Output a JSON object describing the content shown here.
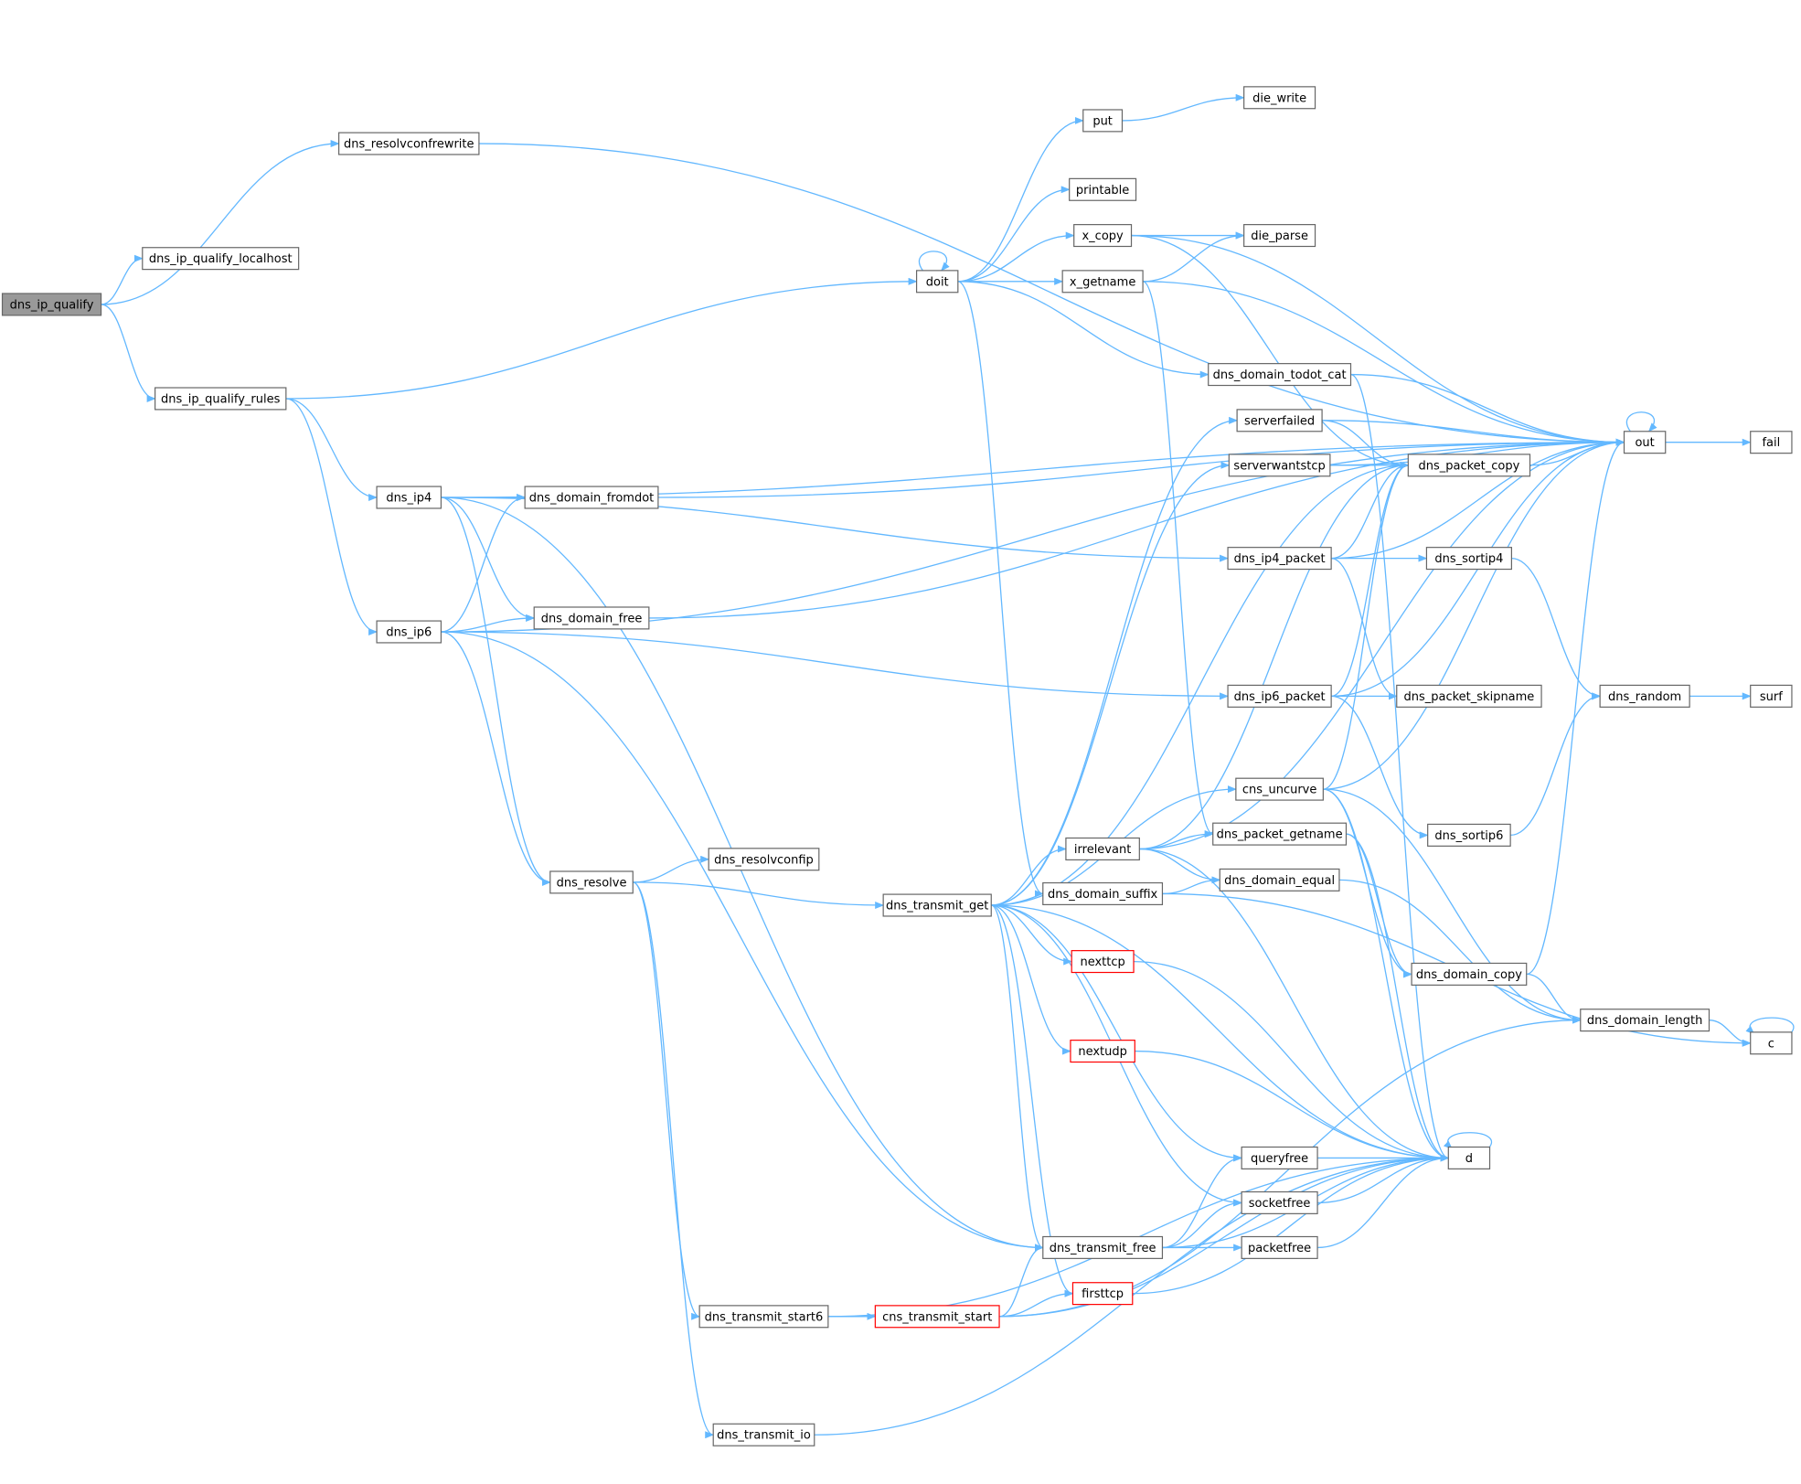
{
  "diagram": {
    "type": "call-graph",
    "colors": {
      "edge": "#63b8ff",
      "node_border": "#666666",
      "root_fill": "#999999",
      "truncated_border": "#ff0000",
      "background": "#ffffff"
    },
    "nodes": [
      {
        "id": "dns_ip_qualify",
        "label": "dns_ip_qualify",
        "kind": "root"
      },
      {
        "id": "dns_ip_qualify_localhost",
        "label": "dns_ip_qualify_localhost"
      },
      {
        "id": "dns_resolvconfrewrite",
        "label": "dns_resolvconfrewrite"
      },
      {
        "id": "dns_ip_qualify_rules",
        "label": "dns_ip_qualify_rules"
      },
      {
        "id": "dns_ip4",
        "label": "dns_ip4"
      },
      {
        "id": "dns_ip6",
        "label": "dns_ip6"
      },
      {
        "id": "dns_resolve",
        "label": "dns_resolve"
      },
      {
        "id": "dns_transmit_start6",
        "label": "dns_transmit_start6"
      },
      {
        "id": "dns_transmit_io",
        "label": "dns_transmit_io"
      },
      {
        "id": "dns_domain_fromdot",
        "label": "dns_domain_fromdot"
      },
      {
        "id": "dns_domain_free",
        "label": "dns_domain_free"
      },
      {
        "id": "dns_resolvconfip",
        "label": "dns_resolvconfip"
      },
      {
        "id": "doit",
        "label": "doit"
      },
      {
        "id": "dns_transmit_get",
        "label": "dns_transmit_get"
      },
      {
        "id": "cns_transmit_start",
        "label": "cns_transmit_start",
        "kind": "truncated"
      },
      {
        "id": "put",
        "label": "put"
      },
      {
        "id": "printable",
        "label": "printable"
      },
      {
        "id": "x_copy",
        "label": "x_copy"
      },
      {
        "id": "x_getname",
        "label": "x_getname"
      },
      {
        "id": "irrelevant",
        "label": "irrelevant"
      },
      {
        "id": "dns_domain_suffix",
        "label": "dns_domain_suffix"
      },
      {
        "id": "nexttcp",
        "label": "nexttcp",
        "kind": "truncated"
      },
      {
        "id": "nextudp",
        "label": "nextudp",
        "kind": "truncated"
      },
      {
        "id": "dns_transmit_free",
        "label": "dns_transmit_free"
      },
      {
        "id": "firsttcp",
        "label": "firsttcp",
        "kind": "truncated"
      },
      {
        "id": "die_write",
        "label": "die_write"
      },
      {
        "id": "die_parse",
        "label": "die_parse"
      },
      {
        "id": "dns_domain_todot_cat",
        "label": "dns_domain_todot_cat"
      },
      {
        "id": "serverfailed",
        "label": "serverfailed"
      },
      {
        "id": "serverwantstcp",
        "label": "serverwantstcp"
      },
      {
        "id": "dns_ip4_packet",
        "label": "dns_ip4_packet"
      },
      {
        "id": "dns_ip6_packet",
        "label": "dns_ip6_packet"
      },
      {
        "id": "cns_uncurve",
        "label": "cns_uncurve"
      },
      {
        "id": "dns_packet_getname",
        "label": "dns_packet_getname"
      },
      {
        "id": "dns_domain_equal",
        "label": "dns_domain_equal"
      },
      {
        "id": "queryfree",
        "label": "queryfree"
      },
      {
        "id": "socketfree",
        "label": "socketfree"
      },
      {
        "id": "packetfree",
        "label": "packetfree"
      },
      {
        "id": "dns_packet_copy",
        "label": "dns_packet_copy"
      },
      {
        "id": "dns_sortip4",
        "label": "dns_sortip4"
      },
      {
        "id": "dns_packet_skipname",
        "label": "dns_packet_skipname"
      },
      {
        "id": "dns_sortip6",
        "label": "dns_sortip6"
      },
      {
        "id": "dns_domain_copy",
        "label": "dns_domain_copy"
      },
      {
        "id": "d",
        "label": "d"
      },
      {
        "id": "out",
        "label": "out"
      },
      {
        "id": "dns_random",
        "label": "dns_random"
      },
      {
        "id": "dns_domain_length",
        "label": "dns_domain_length"
      },
      {
        "id": "fail",
        "label": "fail"
      },
      {
        "id": "surf",
        "label": "surf"
      },
      {
        "id": "c",
        "label": "c"
      }
    ],
    "edges": [
      [
        "dns_ip_qualify",
        "dns_ip_qualify_localhost"
      ],
      [
        "dns_ip_qualify",
        "dns_resolvconfrewrite"
      ],
      [
        "dns_ip_qualify",
        "dns_ip_qualify_rules"
      ],
      [
        "dns_resolvconfrewrite",
        "out"
      ],
      [
        "dns_ip_qualify_rules",
        "doit"
      ],
      [
        "dns_ip_qualify_rules",
        "dns_ip4"
      ],
      [
        "dns_ip_qualify_rules",
        "dns_ip6"
      ],
      [
        "dns_ip4",
        "out"
      ],
      [
        "dns_ip4",
        "dns_domain_fromdot"
      ],
      [
        "dns_ip4",
        "dns_domain_free"
      ],
      [
        "dns_ip4",
        "dns_ip4_packet"
      ],
      [
        "dns_ip4",
        "dns_resolve"
      ],
      [
        "dns_ip4",
        "dns_transmit_free"
      ],
      [
        "dns_ip6",
        "dns_domain_fromdot"
      ],
      [
        "dns_ip6",
        "dns_domain_free"
      ],
      [
        "dns_ip6",
        "out"
      ],
      [
        "dns_ip6",
        "dns_ip6_packet"
      ],
      [
        "dns_ip6",
        "dns_resolve"
      ],
      [
        "dns_ip6",
        "dns_transmit_free"
      ],
      [
        "dns_domain_fromdot",
        "out"
      ],
      [
        "dns_domain_free",
        "out"
      ],
      [
        "dns_resolve",
        "dns_resolvconfip"
      ],
      [
        "dns_resolve",
        "dns_transmit_get"
      ],
      [
        "dns_resolve",
        "dns_transmit_start6"
      ],
      [
        "dns_resolve",
        "dns_transmit_io"
      ],
      [
        "dns_transmit_start6",
        "cns_transmit_start"
      ],
      [
        "dns_transmit_start6",
        "d"
      ],
      [
        "dns_transmit_io",
        "d"
      ],
      [
        "doit",
        "doit"
      ],
      [
        "doit",
        "put"
      ],
      [
        "doit",
        "printable"
      ],
      [
        "doit",
        "x_copy"
      ],
      [
        "doit",
        "x_getname"
      ],
      [
        "doit",
        "dns_domain_todot_cat"
      ],
      [
        "doit",
        "dns_domain_suffix"
      ],
      [
        "put",
        "die_write"
      ],
      [
        "x_copy",
        "die_parse"
      ],
      [
        "x_copy",
        "out"
      ],
      [
        "x_copy",
        "dns_packet_copy"
      ],
      [
        "x_getname",
        "die_parse"
      ],
      [
        "x_getname",
        "out"
      ],
      [
        "x_getname",
        "dns_packet_getname"
      ],
      [
        "dns_domain_todot_cat",
        "out"
      ],
      [
        "dns_domain_todot_cat",
        "d"
      ],
      [
        "dns_transmit_get",
        "serverfailed"
      ],
      [
        "dns_transmit_get",
        "serverwantstcp"
      ],
      [
        "dns_transmit_get",
        "cns_uncurve"
      ],
      [
        "dns_transmit_get",
        "irrelevant"
      ],
      [
        "dns_transmit_get",
        "nexttcp"
      ],
      [
        "dns_transmit_get",
        "nextudp"
      ],
      [
        "dns_transmit_get",
        "d"
      ],
      [
        "dns_transmit_get",
        "queryfree"
      ],
      [
        "dns_transmit_get",
        "socketfree"
      ],
      [
        "dns_transmit_get",
        "dns_transmit_free"
      ],
      [
        "dns_transmit_get",
        "firsttcp"
      ],
      [
        "dns_transmit_get",
        "dns_packet_copy"
      ],
      [
        "cns_transmit_start",
        "dns_transmit_free"
      ],
      [
        "cns_transmit_start",
        "firsttcp"
      ],
      [
        "cns_transmit_start",
        "d"
      ],
      [
        "cns_transmit_start",
        "dns_domain_length"
      ],
      [
        "irrelevant",
        "dns_packet_copy"
      ],
      [
        "irrelevant",
        "dns_packet_getname"
      ],
      [
        "irrelevant",
        "dns_domain_equal"
      ],
      [
        "irrelevant",
        "d"
      ],
      [
        "irrelevant",
        "out"
      ],
      [
        "dns_domain_suffix",
        "dns_domain_equal"
      ],
      [
        "dns_domain_suffix",
        "c"
      ],
      [
        "nexttcp",
        "d"
      ],
      [
        "nextudp",
        "d"
      ],
      [
        "dns_transmit_free",
        "queryfree"
      ],
      [
        "dns_transmit_free",
        "socketfree"
      ],
      [
        "dns_transmit_free",
        "packetfree"
      ],
      [
        "dns_transmit_free",
        "d"
      ],
      [
        "firsttcp",
        "d"
      ],
      [
        "serverfailed",
        "out"
      ],
      [
        "serverfailed",
        "dns_packet_copy"
      ],
      [
        "serverwantstcp",
        "out"
      ],
      [
        "serverwantstcp",
        "dns_packet_copy"
      ],
      [
        "dns_ip4_packet",
        "dns_packet_copy"
      ],
      [
        "dns_ip4_packet",
        "out"
      ],
      [
        "dns_ip4_packet",
        "dns_sortip4"
      ],
      [
        "dns_ip4_packet",
        "dns_packet_skipname"
      ],
      [
        "dns_ip6_packet",
        "dns_packet_copy"
      ],
      [
        "dns_ip6_packet",
        "dns_packet_skipname"
      ],
      [
        "dns_ip6_packet",
        "out"
      ],
      [
        "dns_ip6_packet",
        "dns_sortip6"
      ],
      [
        "cns_uncurve",
        "dns_packet_copy"
      ],
      [
        "cns_uncurve",
        "out"
      ],
      [
        "cns_uncurve",
        "dns_domain_copy"
      ],
      [
        "cns_uncurve",
        "dns_domain_length"
      ],
      [
        "cns_uncurve",
        "d"
      ],
      [
        "dns_packet_getname",
        "dns_domain_copy"
      ],
      [
        "dns_packet_getname",
        "d"
      ],
      [
        "dns_domain_equal",
        "dns_domain_length"
      ],
      [
        "queryfree",
        "d"
      ],
      [
        "socketfree",
        "d"
      ],
      [
        "packetfree",
        "d"
      ],
      [
        "dns_packet_copy",
        "out"
      ],
      [
        "dns_sortip4",
        "dns_random"
      ],
      [
        "dns_sortip6",
        "dns_random"
      ],
      [
        "dns_domain_copy",
        "out"
      ],
      [
        "dns_domain_copy",
        "dns_domain_length"
      ],
      [
        "d",
        "d"
      ],
      [
        "out",
        "out"
      ],
      [
        "out",
        "fail"
      ],
      [
        "dns_random",
        "surf"
      ],
      [
        "dns_domain_length",
        "c"
      ],
      [
        "c",
        "c"
      ]
    ]
  }
}
